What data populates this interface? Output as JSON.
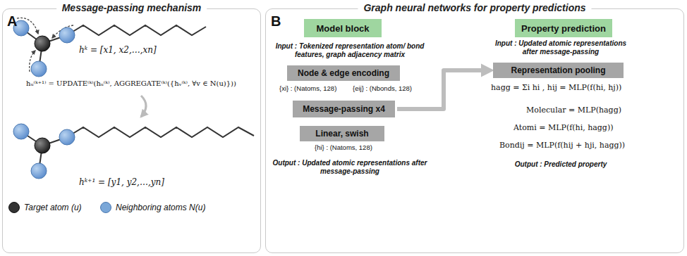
{
  "diagram": {
    "nodes": [
      {
        "text": [
          "Message-passing mechanism"
        ]
      },
      {
        "text": [
          "Graph neural networks for property predictions"
        ]
      },
      {
        "text": [
          "Model block"
        ],
        "in": 1
      },
      {
        "text": [
          "Node & edge encoding"
        ],
        "in": 1
      },
      {
        "text": [
          "Message-passing x4"
        ],
        "in": 1
      },
      {
        "text": [
          "Linear, swish"
        ],
        "in": 1
      },
      {
        "text": [
          "Property prediction"
        ],
        "in": 1
      },
      {
        "text": [
          "Representation pooling"
        ],
        "in": 1
      }
    ],
    "edges": [
      {
        "from": 4,
        "to": 7,
        "arrow": "to"
      }
    ],
    "labels": [
      "A",
      "hᵏ = [x1, x2,…,xn]",
      "hᵤ⁽ᵏ⁺¹⁾ = UPDATE⁽ᵏ⁾(hᵤ⁽ᵏ⁾, AGGREGATE⁽ᵏ⁾({hᵥ⁽ᵏ⁾, ∀v ∈ N(u)}))",
      "hᵏ⁺¹ = [y1, y2,…,yn]",
      "B",
      "Input : Tokenized representation atom/ bond features, graph adjacency matrix",
      "{xi} : (Natoms, 128)",
      "{eij} : (Nbonds, 128)",
      "{hi} : (Natoms, 128)",
      "Output : Updated atomic representations after message-passing",
      "Input : Updated atomic representations after message-passing",
      "hagg = Σi hi , hij = MLP(f(hi, hj))",
      "Molecular = MLP(hagg)",
      "Atomi = MLP(f(hi, hagg))",
      "Bondij = MLP(f(hij + hji, hagg))",
      "Output : Predicted property"
    ],
    "legend": [
      {
        "text": "Target atom (u)",
        "color": "#333333"
      },
      {
        "text": "Neighboring atoms N(u)",
        "color": "#7aa7d8"
      }
    ]
  }
}
